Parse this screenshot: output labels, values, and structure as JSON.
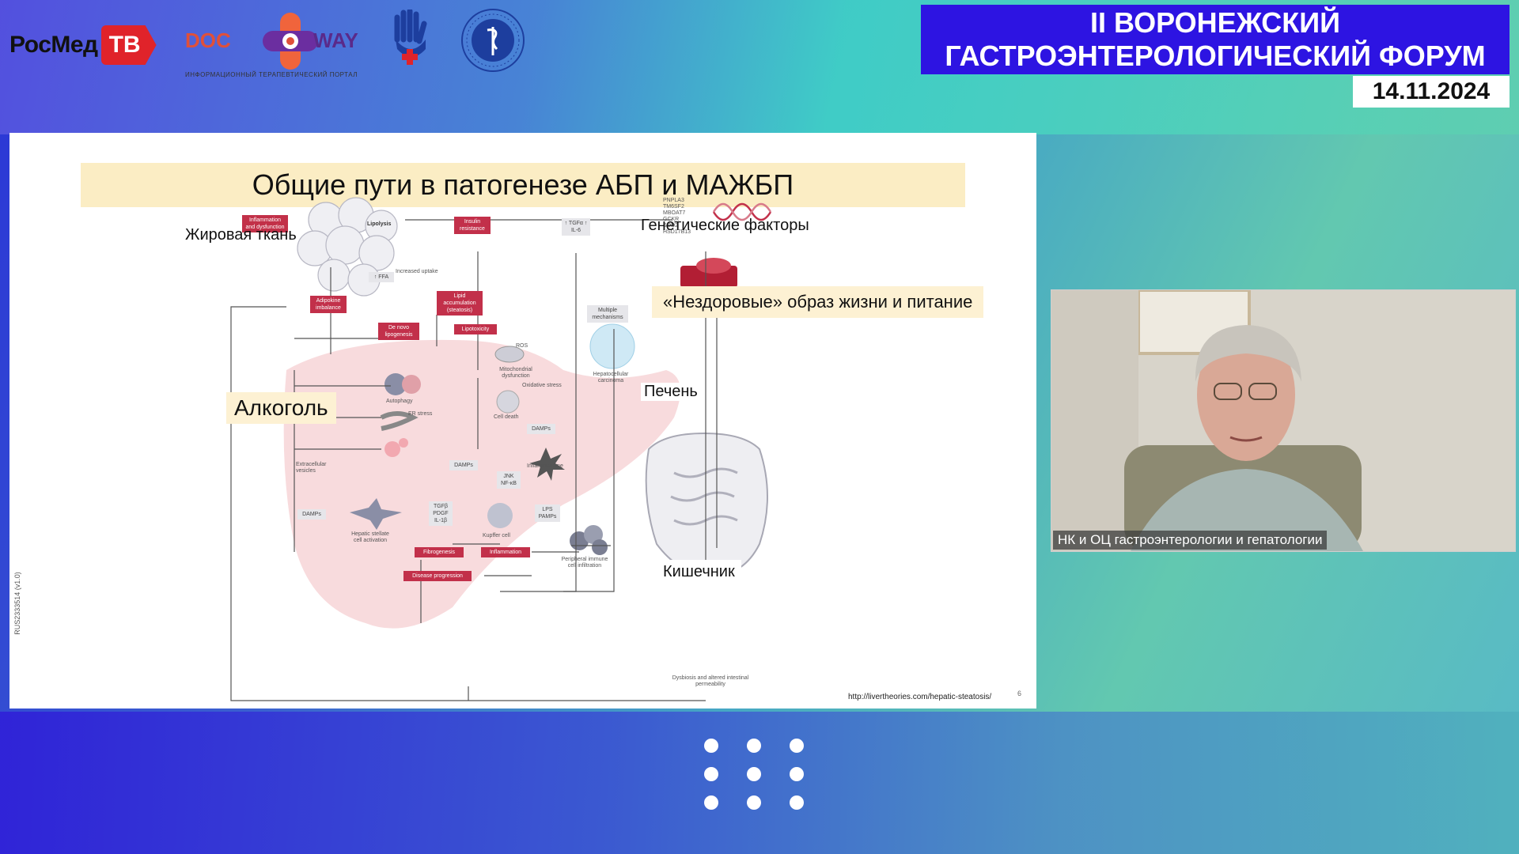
{
  "header": {
    "rosmed_logo": {
      "text": "РосМед",
      "badge": "ТВ"
    },
    "docway_logo": {
      "left": "DOC",
      "right": "WAY",
      "subtitle": "ИНФОРМАЦИОННЫЙ ТЕРАПЕВТИЧЕСКИЙ ПОРТАЛ"
    },
    "hand_logo_icon": "hand-cross-icon",
    "emblem_icon": "medical-emblem-icon"
  },
  "forum": {
    "line1": "II ВОРОНЕЖСКИЙ",
    "line2": "ГАСТРОЭНТЕРОЛОГИЧЕСКИЙ ФОРУМ",
    "date": "14.11.2024"
  },
  "slide": {
    "title": "Общие пути в патогенезе АБП и МАЖБП",
    "label_fat": "Жировая ткань",
    "label_genetic": "Генетические факторы",
    "label_lifestyle": "«Нездоровые» образ жизни и питание",
    "label_alcohol": "Алкоголь",
    "label_liver": "Печень",
    "label_gut": "Кишечник",
    "url": "http://livertheories.com/hepatic-steatosis/",
    "page": "6",
    "side_code": "RUS2333514 (v1.0)",
    "diagram": {
      "inflammation": "Inflammation and dysfunction",
      "lipolysis": "Lipolysis",
      "insulin": "Insulin resistance",
      "tgf": "↑ TGFα ↑ IL-6",
      "genes": "PNPLA3 TM6SF2 MBOAT7 GCKR SOD2 HSD17B13",
      "ffa": "↑ FFA",
      "uptake": "Increased uptake",
      "adipokine": "Adipokine imbalance",
      "lipid": "Lipid accumulation (steatosis)",
      "denovo": "De novo lipogenesis",
      "lipotox": "Lipotoxicity",
      "ros": "ROS",
      "mito": "Mitochondrial dysfunction",
      "multiple": "Multiple mechanisms",
      "hcc": "Hepatocellular carcinoma",
      "autophagy": "Autophagy",
      "oxstress": "Oxidative stress",
      "er": "ER stress",
      "celldeath": "Cell death",
      "damps1": "DAMPs",
      "inflammasome": "Inflammasome",
      "ev": "Extracellular vesicles",
      "damps2": "DAMPs",
      "jnk": "JNK NF-κB",
      "damps3": "DAMPs",
      "stellate": "Hepatic stellate cell activation",
      "cytok": "TGFβ PDGF IL-1β",
      "kupffer": "Kupffer cell",
      "lps": "LPS PAMPs",
      "fibro": "Fibrogenesis",
      "inflam2": "Inflammation",
      "immune": "Peripheral immune cell infiltration",
      "progress": "Disease progression",
      "dysbiosis": "Dysbiosis and altered intestinal permeability"
    }
  },
  "video": {
    "caption": "НК и ОЦ гастроэнтерологии и гепатологии"
  },
  "colors": {
    "forum_bg": "#2d14e2",
    "title_bg": "#fbedc4",
    "accent_red": "#c2304a",
    "tv_red": "#e0232a"
  },
  "menu_icon": "grid-dots-icon"
}
